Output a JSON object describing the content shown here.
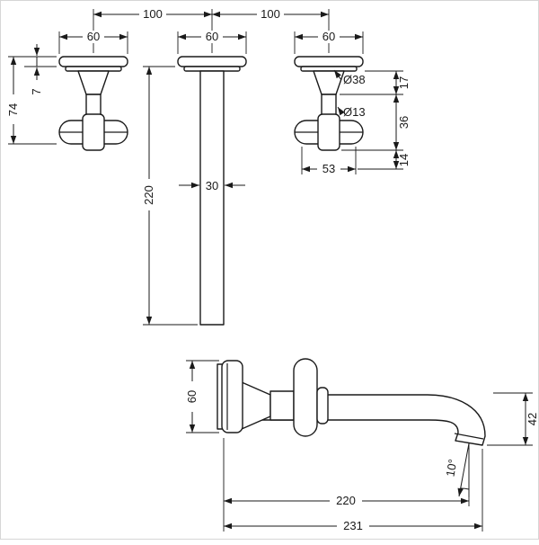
{
  "drawing": {
    "title": "wall-mounted-3-hole-basin-mixer-dimensions",
    "top_view": {
      "hole_spacing_left": "100",
      "hole_spacing_right": "100",
      "left_handle_width": "60",
      "spout_plate_width": "60",
      "right_handle_width": "60",
      "handle_projection": "74",
      "plate_thickness": "7",
      "spout_length": "220",
      "spout_width": "30",
      "plate_diameter": "Ø38",
      "stem_diameter": "Ø13",
      "dim_17": "17",
      "dim_36": "36",
      "dim_14": "14",
      "handle_length": "53"
    },
    "side_view": {
      "plate_height": "60",
      "outlet_drop": "42",
      "outlet_angle": "10°",
      "spout_reach": "220",
      "total_reach": "231"
    },
    "line_color": "#1a1a1a"
  }
}
